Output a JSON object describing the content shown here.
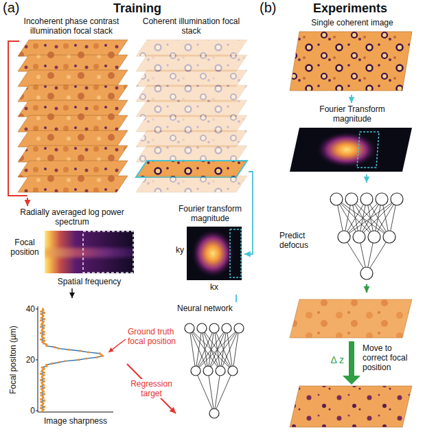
{
  "diagram": {
    "nodes": [
      {
        "text": [
          "Incoherent phase contrast illumination focal stack"
        ]
      },
      {
        "text": [
          "Coherent illumination focal stack"
        ]
      },
      {
        "text": [
          "Radially averaged log power spectrum",
          "Focal position",
          "Spatial frequency"
        ]
      },
      {
        "text": [
          "Fourier transform magnitude",
          "ky",
          "kx"
        ]
      },
      {
        "text": [
          "Neural network"
        ]
      },
      {
        "text": [
          "Focal positon (µm)",
          "40",
          "20",
          "0",
          "Image sharpness"
        ]
      },
      {
        "text": [
          "Single coherent image"
        ]
      },
      {
        "text": [
          "Fourier Transform magnitude"
        ]
      },
      {
        "text": [
          "Predict defocus"
        ]
      },
      {
        "text": [
          "Move to correct focal position",
          "Δ z"
        ]
      }
    ],
    "edges": [
      {
        "from": 0,
        "to": 2,
        "arrow": "to"
      },
      {
        "from": 2,
        "to": 5,
        "arrow": "to"
      },
      {
        "from": 1,
        "to": 3,
        "arrow": "to"
      },
      {
        "from": 3,
        "to": 4,
        "arrow": "none"
      },
      {
        "from": 5,
        "to": 4,
        "label": "Regression target",
        "arrow": "to"
      },
      {
        "from": 6,
        "to": 7,
        "arrow": "to"
      },
      {
        "from": 7,
        "to": 8,
        "arrow": "to"
      },
      {
        "from": 8,
        "to": 9,
        "arrow": "to"
      }
    ],
    "labels": [
      "(a)",
      "Training",
      "(b)",
      "Experiments",
      "Ground truth focal position"
    ]
  }
}
